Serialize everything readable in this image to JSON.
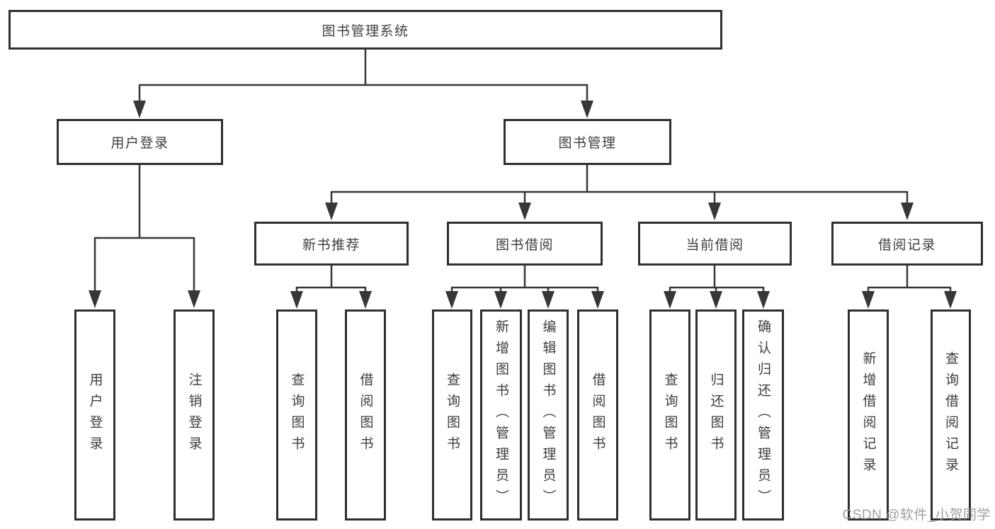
{
  "diagram": {
    "root": {
      "label": "图书管理系统"
    },
    "branches": [
      {
        "label": "用户登录",
        "children": [
          {
            "label": "用户登录"
          },
          {
            "label": "注销登录"
          }
        ]
      },
      {
        "label": "图书管理",
        "children": [
          {
            "label": "新书推荐",
            "children": [
              {
                "label": "查询图书"
              },
              {
                "label": "借阅图书"
              }
            ]
          },
          {
            "label": "图书借阅",
            "children": [
              {
                "label": "查询图书"
              },
              {
                "label": "新增图书（管理员）"
              },
              {
                "label": "编辑图书（管理员）"
              },
              {
                "label": "借阅图书"
              }
            ]
          },
          {
            "label": "当前借阅",
            "children": [
              {
                "label": "查询图书"
              },
              {
                "label": "归还图书"
              },
              {
                "label": "确认归还（管理员）"
              }
            ]
          },
          {
            "label": "借阅记录",
            "children": [
              {
                "label": "新增借阅记录"
              },
              {
                "label": "查询借阅记录"
              }
            ]
          }
        ]
      }
    ],
    "watermark": "CSDN @软件_小贺同学",
    "colors": {
      "line": "#373737",
      "box_border": "#2f2f2f",
      "text": "#3d3d3d",
      "watermark": "#949494",
      "background": "#ffffff"
    }
  }
}
